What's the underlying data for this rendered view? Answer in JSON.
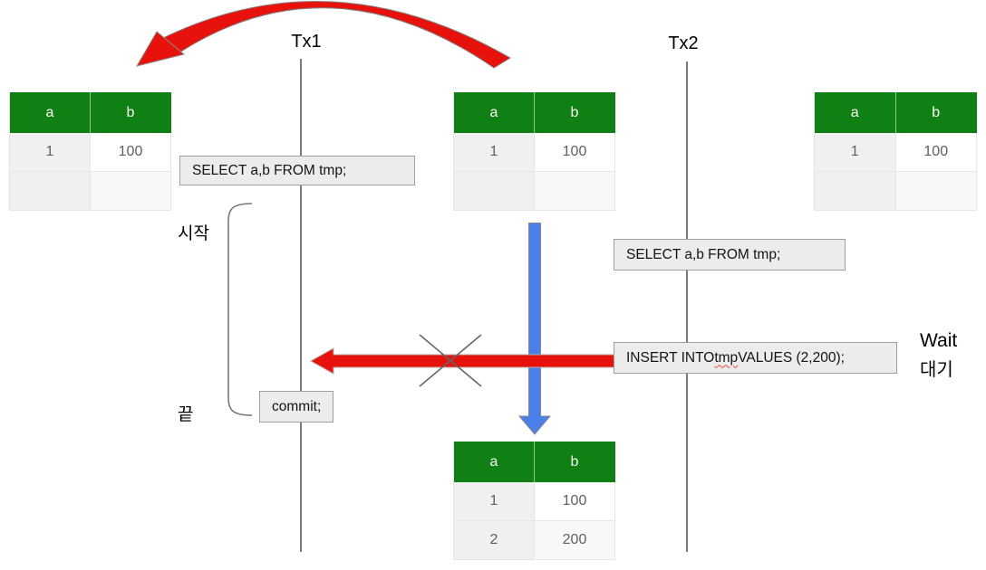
{
  "timelines": {
    "tx1": {
      "label": "Tx1"
    },
    "tx2": {
      "label": "Tx2"
    }
  },
  "labels": {
    "start_kr": "시작",
    "end_kr": "끝",
    "wait_en": "Wait",
    "wait_kr": "대기"
  },
  "statements": {
    "select_tx1": "SELECT a,b FROM tmp;",
    "select_tx2": "SELECT a,b FROM tmp;",
    "insert_prefix": "INSERT INTO ",
    "insert_table": "tmp",
    "insert_suffix": " VALUES (2,200);",
    "commit": "commit;"
  },
  "tables": {
    "headers": [
      "a",
      "b"
    ],
    "top_left": {
      "rows": [
        [
          "1",
          "100"
        ],
        [
          "",
          ""
        ]
      ]
    },
    "top_middle": {
      "rows": [
        [
          "1",
          "100"
        ],
        [
          "",
          ""
        ]
      ]
    },
    "top_right": {
      "rows": [
        [
          "1",
          "100"
        ],
        [
          "",
          ""
        ]
      ]
    },
    "bottom": {
      "rows": [
        [
          "1",
          "100"
        ],
        [
          "2",
          "200"
        ]
      ]
    }
  },
  "colors": {
    "header_green": "#118014",
    "arrow_red": "#e8120c",
    "arrow_blue": "#4a80e8",
    "box_background": "#ececec",
    "box_border": "#9e9e9e",
    "timeline_gray": "#7a7a7a",
    "x_mark_gray": "#666666",
    "cell_text_gray": "#5f5f5f"
  }
}
